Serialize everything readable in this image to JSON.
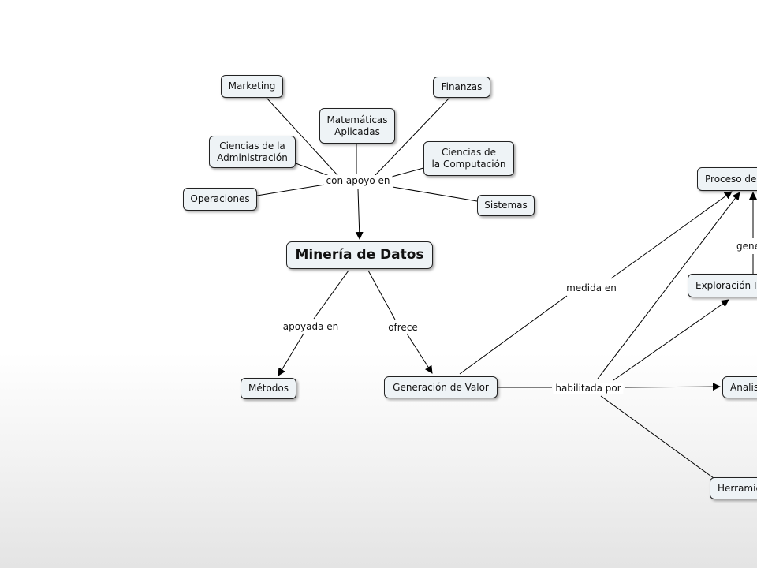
{
  "concept_map": {
    "nodes": {
      "marketing": "Marketing",
      "finanzas": "Finanzas",
      "matematicas_l1": "Matemáticas",
      "matematicas_l2": "Aplicadas",
      "ciencias_admin_l1": "Ciencias de la",
      "ciencias_admin_l2": "Administración",
      "ciencias_comp_l1": "Ciencias de",
      "ciencias_comp_l2": "la Computación",
      "operaciones": "Operaciones",
      "sistemas": "Sistemas",
      "mineria": "Minería de Datos",
      "metodos": "Métodos",
      "generacion_valor": "Generación de Valor",
      "proceso_cut": "Proceso de",
      "exploracion_cut": "Exploración I",
      "analisis_cut": "Analis",
      "herramientas_cut": "Herramie"
    },
    "links": {
      "con_apoyo_en": "con apoyo en",
      "apoyada_en": "apoyada en",
      "ofrece": "ofrece",
      "medida_en": "medida en",
      "habilitada_por": "habilitada por",
      "genera_cut": "gene"
    }
  }
}
